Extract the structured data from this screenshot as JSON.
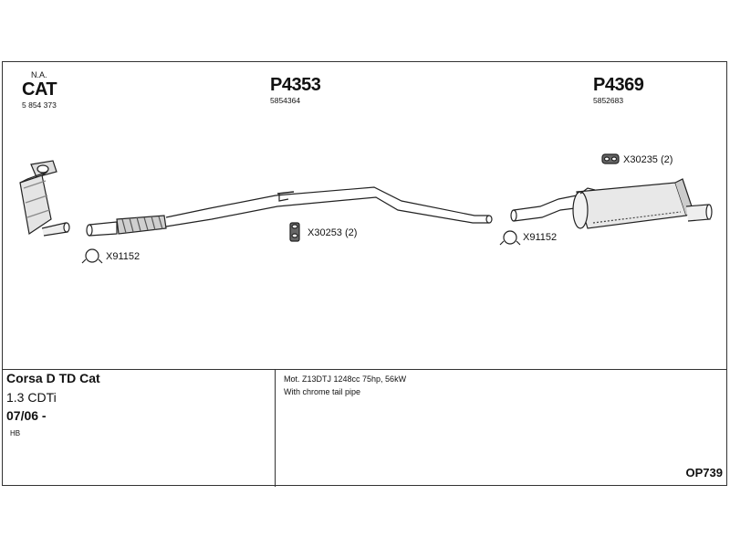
{
  "parts": {
    "cat": {
      "note": "N.A.",
      "label": "CAT",
      "number": "5 854 373"
    },
    "front_pipe": {
      "label": "P4353",
      "number": "5854364"
    },
    "rear_silencer": {
      "label": "P4369",
      "number": "5852683"
    }
  },
  "fittings": {
    "clamp_front": "X91152",
    "rubber_mount_mid": "X30253 (2)",
    "rubber_mount_rear": "X30235 (2)",
    "clamp_rear": "X91152"
  },
  "vehicle": {
    "model": "Corsa D TD Cat",
    "engine": "1.3 CDTi",
    "date": "07/06 -",
    "body": "HB"
  },
  "specs": {
    "line1": "Mot. Z13DTJ 1248cc 75hp, 56kW",
    "line2": "With chrome tail pipe"
  },
  "diagram_code": "OP739"
}
